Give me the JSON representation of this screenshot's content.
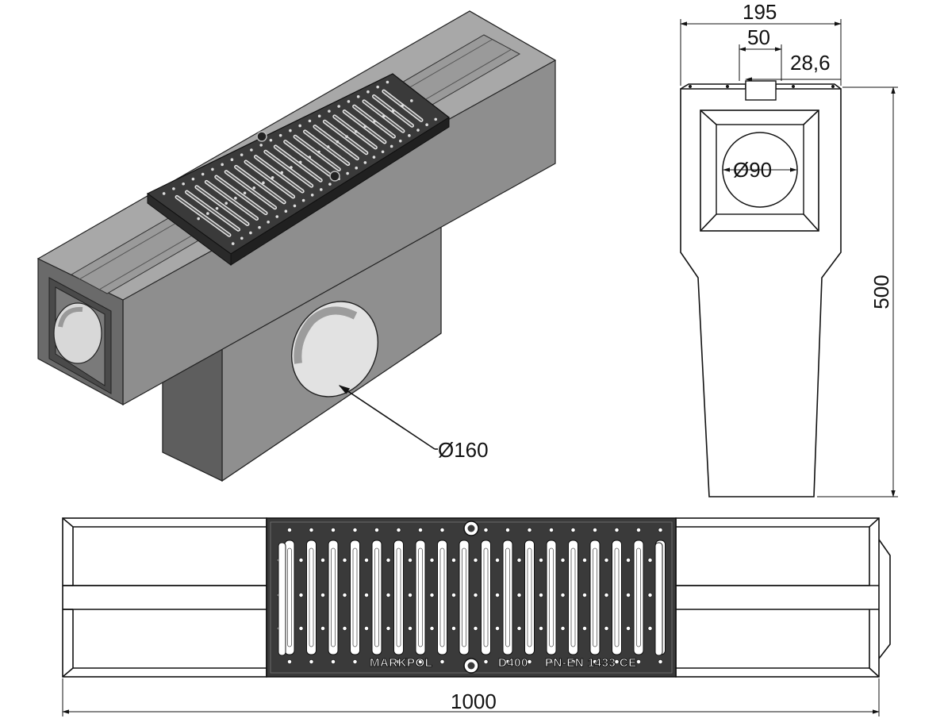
{
  "iso_view": {
    "pipe_label": "Ø160"
  },
  "side_view": {
    "width_label": "195",
    "slot_label": "50",
    "grate_label": "28,6",
    "pipe_label": "Ø90",
    "height_label": "500"
  },
  "top_view": {
    "length_label": "1000",
    "grate_brand": "MARKPOL",
    "grate_class": "D400",
    "grate_norm": "PN-EN 1433 CE"
  },
  "colors": {
    "concrete_light": "#a7a7a7",
    "concrete_mid": "#8e8e8e",
    "concrete_dark": "#6a6a6a",
    "grate_dark": "#3a3a3a",
    "line": "#111111"
  }
}
